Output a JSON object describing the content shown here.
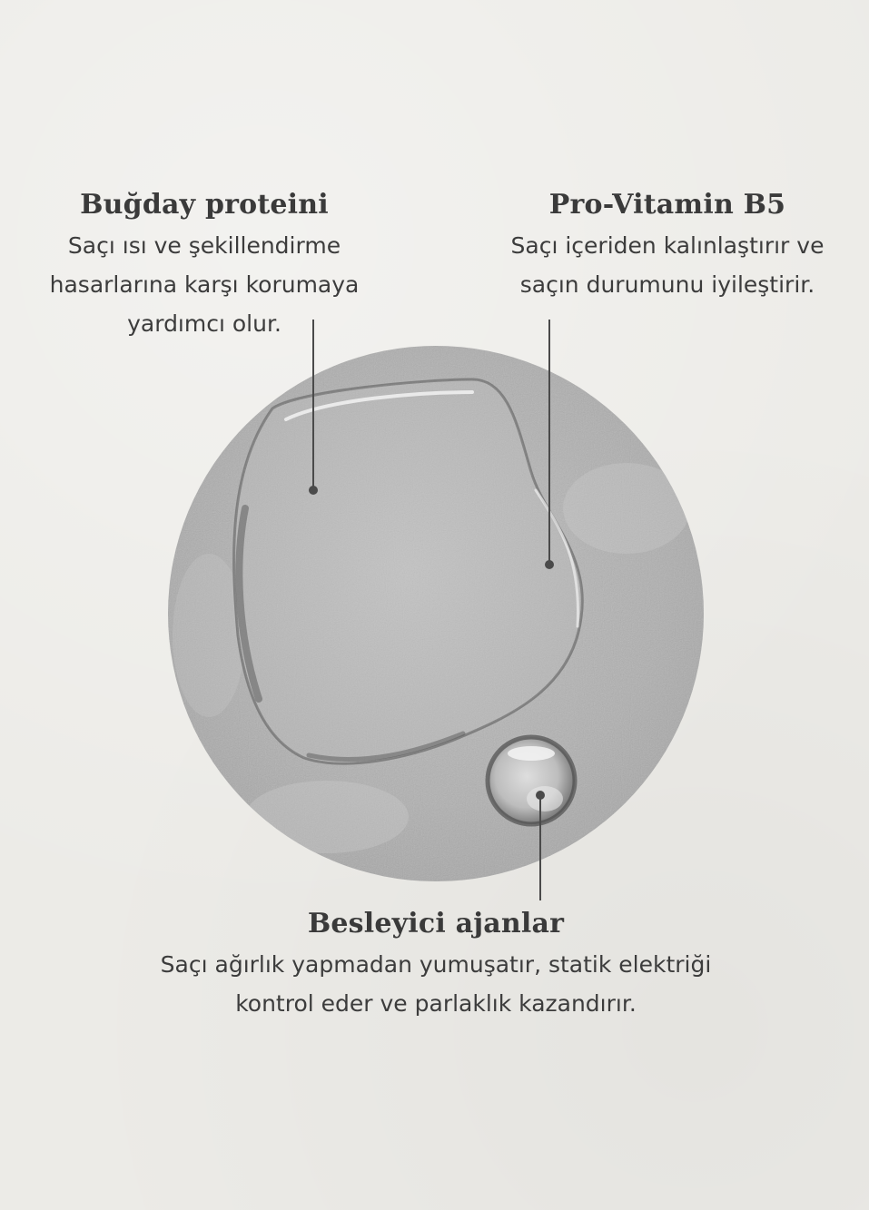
{
  "annotations": {
    "left": {
      "title": "Buğday proteini",
      "lines": [
        "Saçı ısı ve şekillendirme",
        "hasarlarına karşı korumaya",
        "yardımcı olur."
      ]
    },
    "right": {
      "title": "Pro-Vitamin B5",
      "lines": [
        "Saçı içeriden kalınlaştırır ve",
        "saçın durumunu iyileştirir."
      ]
    },
    "bottom": {
      "title": "Besleyici ajanlar",
      "lines": [
        "Saçı ağırlık yapmadan yumuşatır, statik elektriği",
        "kontrol eder ve parlaklık kazandırır."
      ]
    }
  },
  "colors": {
    "background": "#ecebe7",
    "circle": "#b3b3b3",
    "text": "#3c3c3c",
    "leader_line": "#4a4a4a"
  }
}
